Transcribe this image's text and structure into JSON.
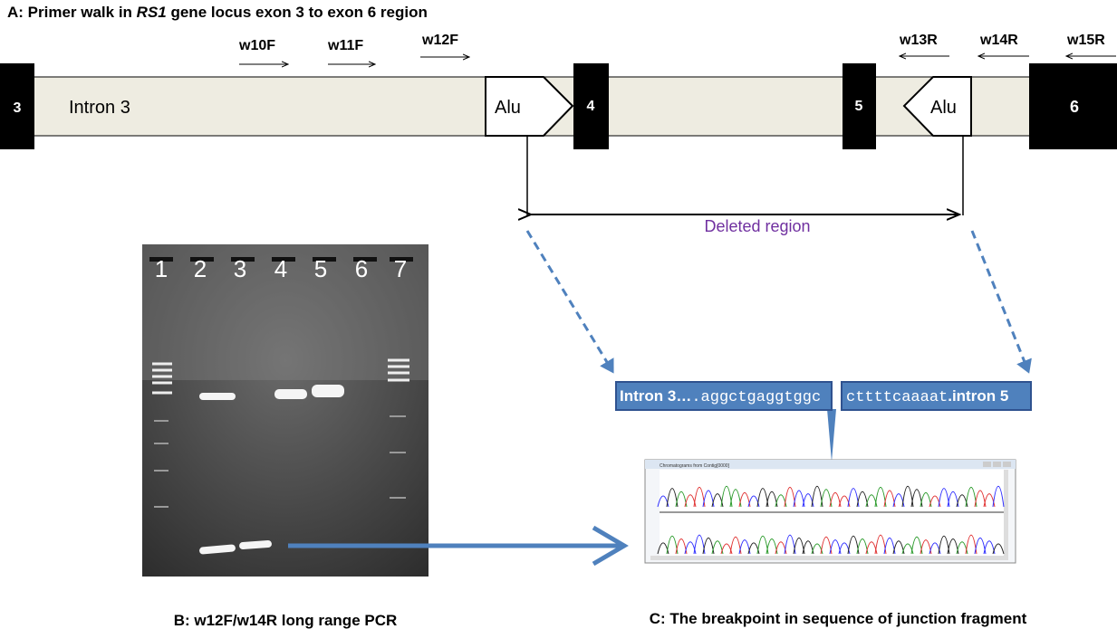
{
  "panel_a": {
    "title_prefix": "A: Primer walk in ",
    "title_gene": "RS1",
    "title_suffix": " gene locus exon 3 to exon 6 region",
    "primers_forward": [
      "w10F",
      "w11F",
      "w12F"
    ],
    "primers_reverse": [
      "w13R",
      "w14R",
      "w15R"
    ],
    "exons": [
      "3",
      "4",
      "5",
      "6"
    ],
    "intron_label": "Intron 3",
    "alu_label": "Alu",
    "deleted_region_label": "Deleted region",
    "deleted_color": "#7030a0",
    "band_color": "#eeece1"
  },
  "panel_b": {
    "lanes": [
      "1",
      "2",
      "3",
      "4",
      "5",
      "6",
      "7"
    ],
    "caption": "B: w12F/w14R long range PCR"
  },
  "panel_c": {
    "seq_left_label": "Intron 3…",
    "seq_left_bases": ".aggctgaggtggc",
    "seq_right_bases": "cttttcaaaat",
    "seq_right_label": ".intron 5",
    "window_title": "Chromatograms from Contig[0000]",
    "caption": "C: The breakpoint in sequence of junction fragment",
    "box_color": "#4f81bd"
  }
}
